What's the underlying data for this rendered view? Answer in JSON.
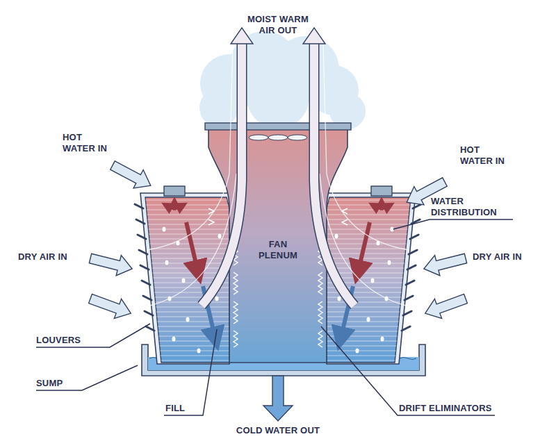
{
  "diagram": {
    "labels": [
      "MOIST WARM AIR OUT",
      "HOT WATER IN",
      "HOT WATER IN",
      "WATER DISTRIBUTION",
      "DRY AIR IN",
      "FAN PLENUM",
      "DRY AIR IN",
      "LOUVERS",
      "SUMP",
      "FILL",
      "DRIFT ELIMINATORS",
      "COLD WATER OUT"
    ]
  }
}
